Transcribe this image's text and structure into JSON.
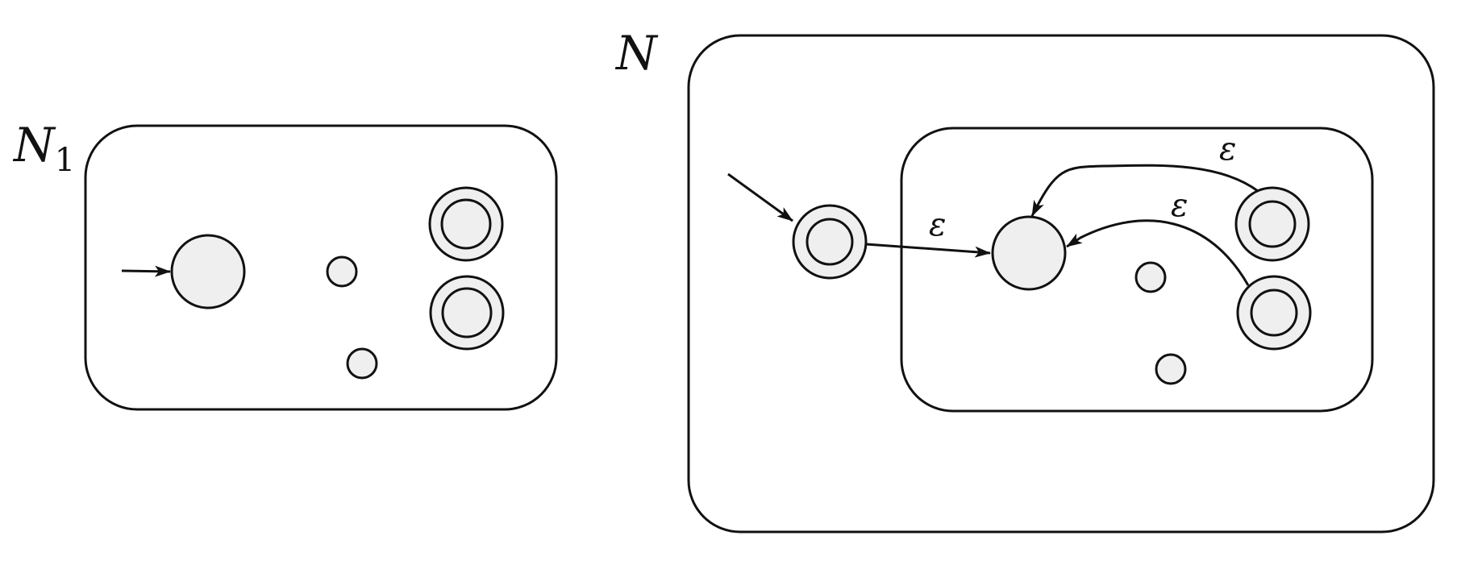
{
  "left_machine": {
    "name": "N",
    "subscript": "1"
  },
  "right_machine": {
    "name": "N"
  },
  "edge_labels": {
    "epsilon_new_start": "ε",
    "epsilon_upper_accept": "ε",
    "epsilon_lower_accept": "ε"
  },
  "colors": {
    "state_fill": "#efefef",
    "stroke": "#111111",
    "background": "#ffffff"
  }
}
